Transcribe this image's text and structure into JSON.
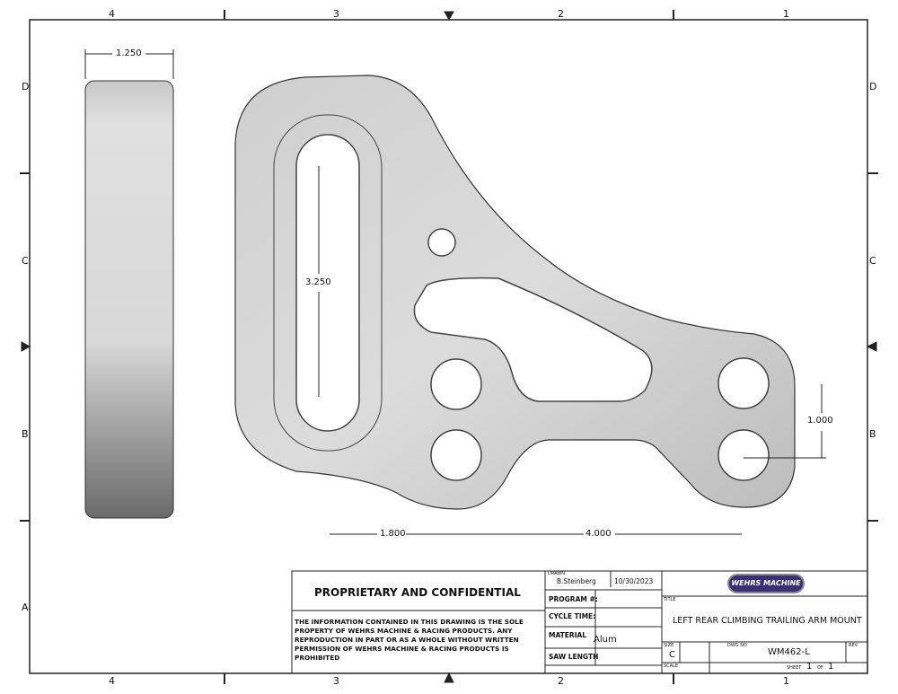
{
  "zones": {
    "columns": [
      "4",
      "3",
      "2",
      "1"
    ],
    "rows": [
      "D",
      "C",
      "B",
      "A"
    ]
  },
  "dimensions": {
    "width_side": "1.250",
    "slot_length": "3.250",
    "hole_spacing": "1.000",
    "offset_left": "1.800",
    "offset_right": "4.000"
  },
  "title_block": {
    "heading": "PROPRIETARY AND CONFIDENTIAL",
    "notice": "THE INFORMATION CONTAINED IN THIS DRAWING IS THE SOLE PROPERTY OF WEHRS MACHINE & RACING PRODUCTS. ANY REPRODUCTION IN PART OR AS A WHOLE WITHOUT WRITTEN PERMISSION OF WEHRS MACHINE & RACING PRODUCTS IS PROHIBITED",
    "drawn_label": "DRAWN",
    "drawn_by": "B.Steinberg",
    "drawn_date": "10/30/2023",
    "program_label": "PROGRAM #:",
    "cycle_label": "CYCLE TIME:",
    "material_label": "MATERIAL",
    "material_value": "Alum",
    "saw_label": "SAW LENGTH",
    "logo_text": "WEHRS MACHINE",
    "title_label": "TITLE",
    "title_value": "LEFT REAR CLIMBING TRAILING ARM MOUNT",
    "size_label": "SIZE",
    "size_value": "C",
    "dwg_label": "DWG NO",
    "dwg_value": "WM462-L",
    "rev_label": "REV",
    "scale_label": "SCALE",
    "sheet_label": "SHEET",
    "sheet_num": "1",
    "of_label": "OF",
    "sheet_total": "1"
  }
}
